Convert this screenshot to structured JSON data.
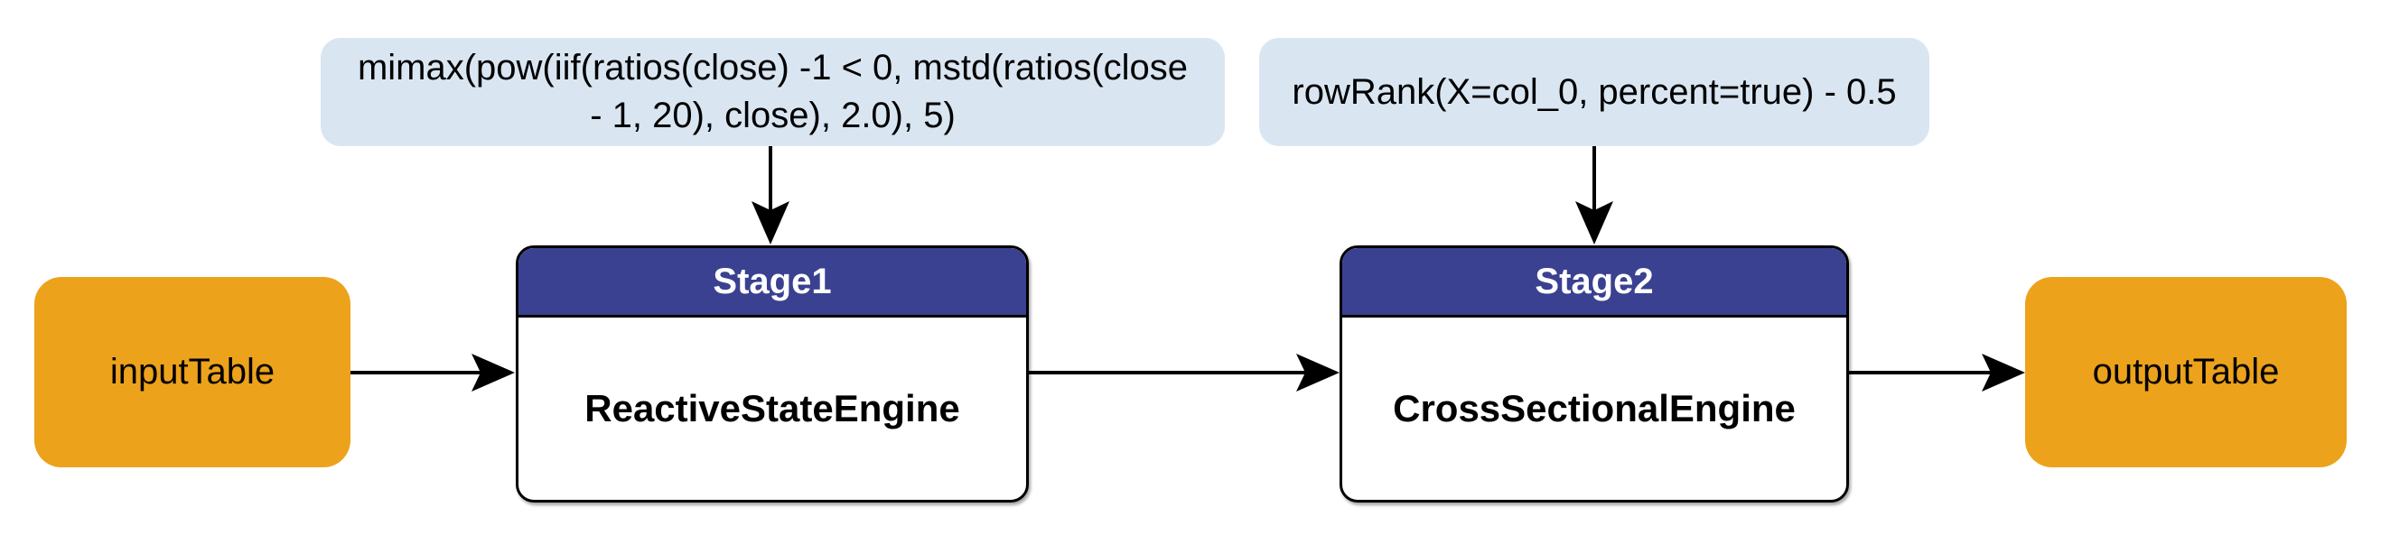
{
  "diagram": {
    "annotations": {
      "stage1_formula": {
        "text": "mimax(pow(iif(ratios(close) -1 < 0, mstd(ratios(close - 1, 20), close), 2.0), 5)",
        "lines": [
          "mimax(pow(iif(ratios(close) -1 < 0, mstd(ratios(close",
          "- 1, 20), close), 2.0), 5)"
        ]
      },
      "stage2_formula": {
        "text": "rowRank(X=col_0, percent=true) - 0.5",
        "lines": [
          "rowRank(X=col_0, percent=true) - 0.5"
        ]
      }
    },
    "nodes": {
      "input": {
        "label": "inputTable"
      },
      "stage1": {
        "title": "Stage1",
        "engine": "ReactiveStateEngine"
      },
      "stage2": {
        "title": "Stage2",
        "engine": "CrossSectionalEngine"
      },
      "output": {
        "label": "outputTable"
      }
    },
    "edges": [
      {
        "from": "inputTable",
        "to": "Stage1"
      },
      {
        "from": "Stage1",
        "to": "Stage2"
      },
      {
        "from": "Stage2",
        "to": "outputTable"
      },
      {
        "from": "stage1_formula",
        "to": "Stage1"
      },
      {
        "from": "stage2_formula",
        "to": "Stage2"
      }
    ],
    "colors": {
      "table_fill": "#EDA21C",
      "stage_header_fill": "#3A4191",
      "stage_header_text": "#FFFFFF",
      "annotation_fill": "#D9E6F2",
      "stage_body_fill": "#FFFFFF",
      "outline": "#000000",
      "arrow": "#000000",
      "text": "#000000",
      "background": "#FFFFFF"
    }
  }
}
